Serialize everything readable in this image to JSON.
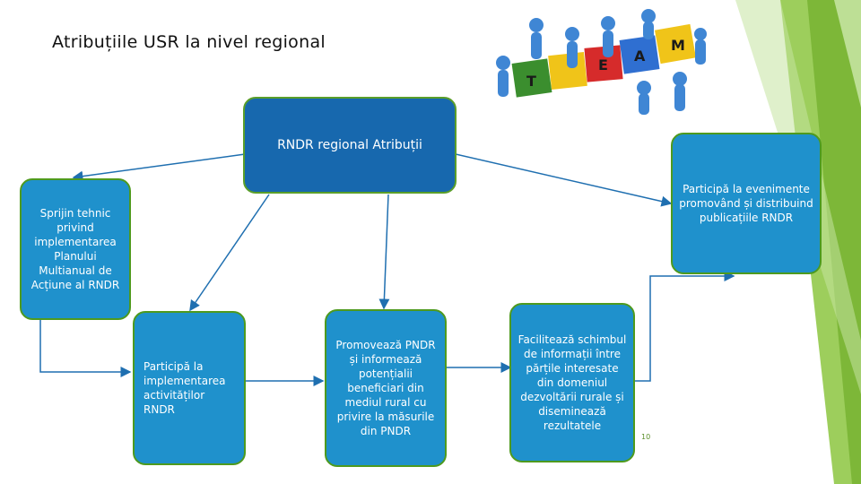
{
  "title": "Atribuțiile USR la nivel regional",
  "root": {
    "text": "RNDR regional Atribuții"
  },
  "nodes": [
    {
      "id": "sprijin",
      "text": "Sprijin tehnic privind implementarea Planului Multianual de Acțiune al RNDR"
    },
    {
      "id": "participa-impl",
      "text": "Participă la implementarea activităților RNDR"
    },
    {
      "id": "promoveaza",
      "text": "Promovează PNDR și informează potențialii beneficiari din mediul rural cu privire la măsurile din PNDR"
    },
    {
      "id": "faciliteaza",
      "text": "Facilitează schimbul de informații între părțile interesate din domeniul dezvoltării rurale și diseminează rezultatele"
    },
    {
      "id": "participa-even",
      "text": "Participă la evenimente promovând și distribuind publicațiile RNDR"
    }
  ],
  "image": {
    "letters": [
      "T",
      "E",
      "A",
      "M"
    ]
  },
  "page_number": "10",
  "colors": {
    "box_light": "#1f91cc",
    "box_dark": "#1768ae",
    "border": "#4e9a1e",
    "accent_green": "#8cc63f"
  }
}
